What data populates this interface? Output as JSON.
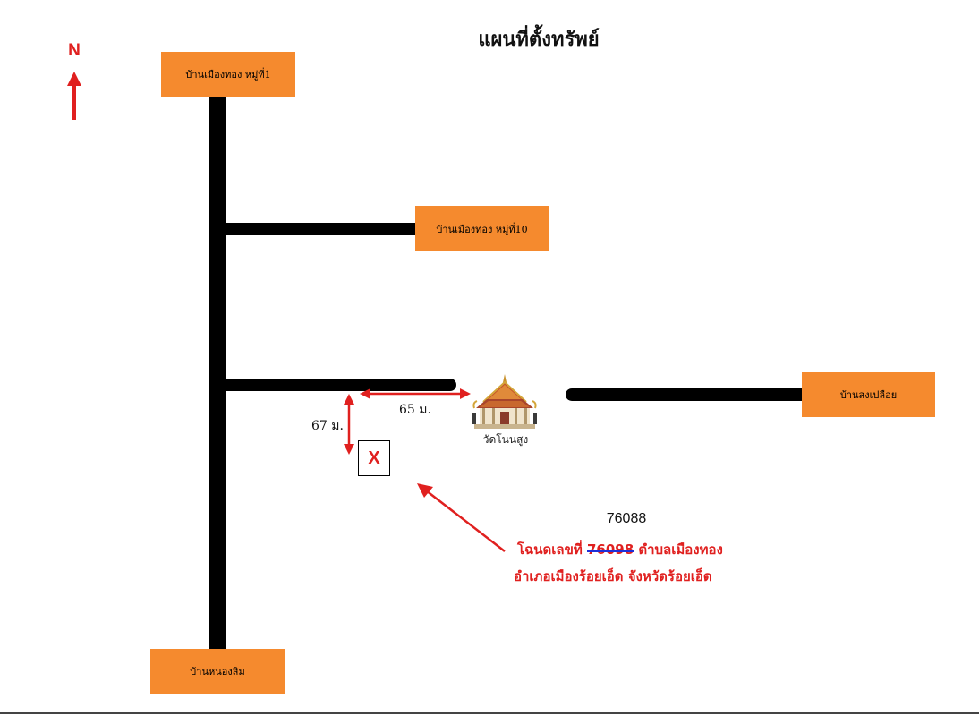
{
  "map": {
    "title": "แผนที่ตั้งทรัพย์",
    "north_label": "N",
    "places": {
      "top": "บ้านเมืองทอง หมู่ที่1",
      "middle": "บ้านเมืองทอง หมู่ที่10",
      "east": "บ้านสงเปลือย",
      "bottom": "บ้านหนองสิม"
    },
    "temple_name": "วัดโนนสูง",
    "temple_icon": "temple-icon",
    "distances": {
      "horizontal": "65 ม.",
      "vertical": "67 ม."
    },
    "marker_label": "X",
    "deed": {
      "number_corrected": "76088",
      "line1_prefix": "โฉนดเลขที่ ",
      "line1_struck": "76098",
      "line1_suffix": " ตำบลเมืองทอง",
      "line2": "อำเภอเมืองร้อยเอ็ด จังหวัดร้อยเอ็ด"
    },
    "colors": {
      "label_box": "#f58a2e",
      "road": "#000000",
      "accent_red": "#e0201f",
      "strike_blue": "#1e2fd8"
    }
  }
}
